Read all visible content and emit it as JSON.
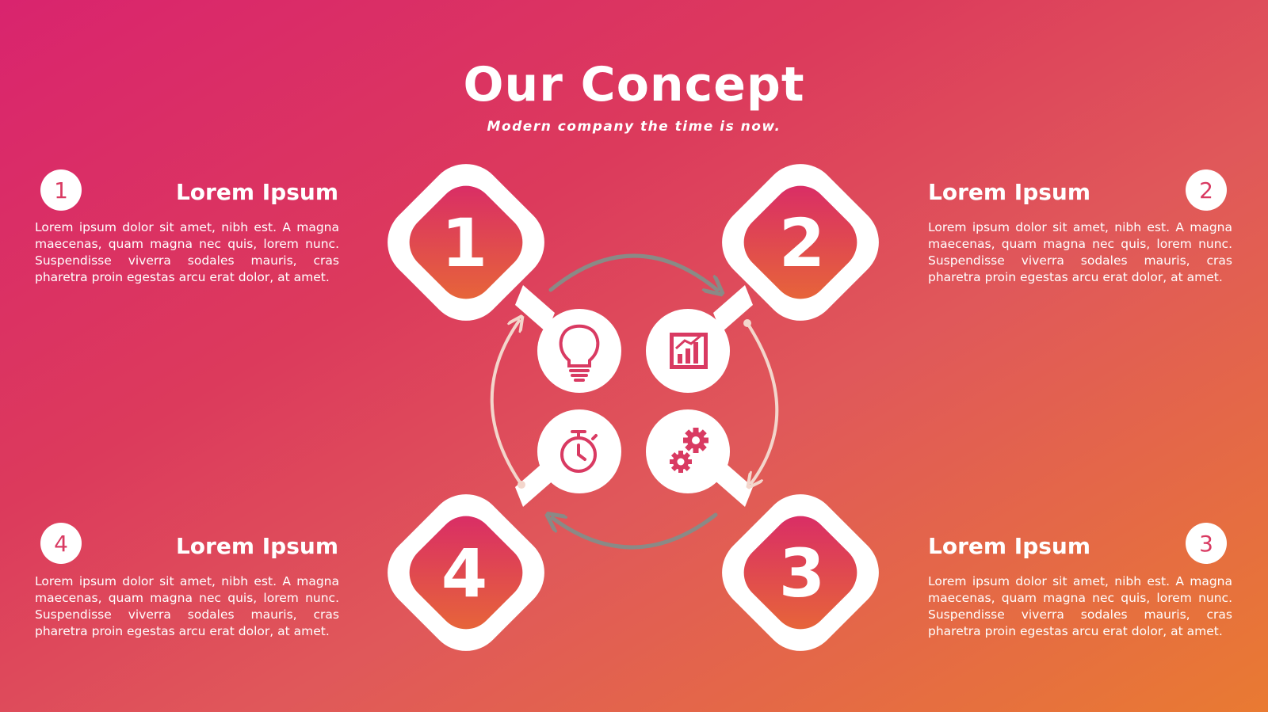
{
  "header": {
    "title": "Our Concept",
    "subtitle": "Modern company the time is now."
  },
  "steps": [
    {
      "number": "1",
      "title": "Lorem Ipsum",
      "body": "Lorem ipsum dolor sit amet, nibh est. A magna maecenas, quam magna nec quis, lorem nunc. Suspendisse viverra sodales mauris, cras pharetra proin egestas arcu erat dolor, at amet."
    },
    {
      "number": "2",
      "title": "Lorem Ipsum",
      "body": "Lorem ipsum dolor sit amet, nibh est. A magna maecenas, quam magna nec quis, lorem nunc. Suspendisse viverra sodales mauris, cras pharetra proin egestas arcu erat dolor, at amet."
    },
    {
      "number": "3",
      "title": "Lorem Ipsum",
      "body": "Lorem ipsum dolor sit amet, nibh est. A magna maecenas, quam magna nec quis, lorem nunc. Suspendisse viverra sodales mauris, cras pharetra proin egestas arcu erat dolor, at amet."
    },
    {
      "number": "4",
      "title": "Lorem Ipsum",
      "body": "Lorem ipsum dolor sit amet, nibh est. A magna maecenas, quam magna nec quis, lorem nunc. Suspendisse viverra sodales mauris, cras pharetra proin egestas arcu erat dolor, at amet."
    }
  ],
  "icons": [
    "lightbulb-icon",
    "bar-chart-icon",
    "gears-icon",
    "stopwatch-icon"
  ],
  "colors": {
    "background_start": "#d9246e",
    "background_end": "#e97a32",
    "node_fill": "#ffffff",
    "icon": "#d93a62",
    "arrow_gray": "#8a8a86",
    "arrow_light": "#f3d6cc"
  }
}
